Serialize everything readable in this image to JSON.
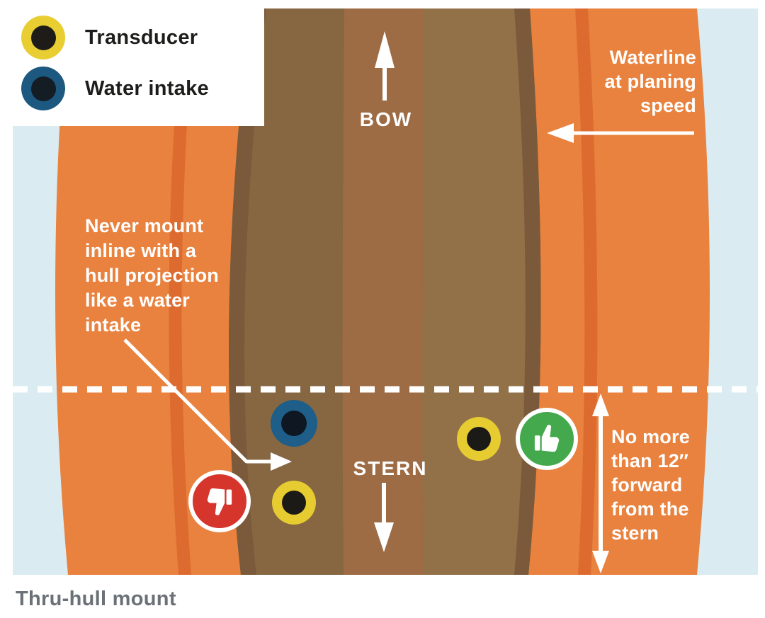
{
  "legend": {
    "items": [
      {
        "id": "transducer",
        "label": "Transducer"
      },
      {
        "id": "water-intake",
        "label": "Water intake"
      }
    ]
  },
  "diagram": {
    "bow_label": "BOW",
    "stern_label": "STERN",
    "waterline_note": {
      "lines": [
        "Waterline",
        "at planing",
        "speed"
      ]
    },
    "never_mount_note": {
      "lines": [
        "Never mount",
        "inline with a",
        "hull projection",
        "like a water",
        "intake"
      ]
    },
    "distance_note": {
      "lines": [
        "No more",
        "than 12″",
        "forward",
        "from the",
        "stern"
      ]
    },
    "icons": {
      "good": "thumbs-up",
      "bad": "thumbs-down"
    },
    "colors": {
      "water": "#daebf2",
      "hull_orange": "#e8823e",
      "hull_orange_stripe": "#dd6b2f",
      "hull_brown_port": "#866742",
      "hull_brown_starboard": "#927149",
      "hull_brown_stripe": "#7a5a3a",
      "keel_brown": "#9d6b44",
      "good_green": "#44a94d",
      "bad_red": "#d6352c",
      "transducer_yellow": "#e6cc31",
      "intake_blue": "#1d5a80"
    }
  },
  "caption": "Thru-hull mount"
}
